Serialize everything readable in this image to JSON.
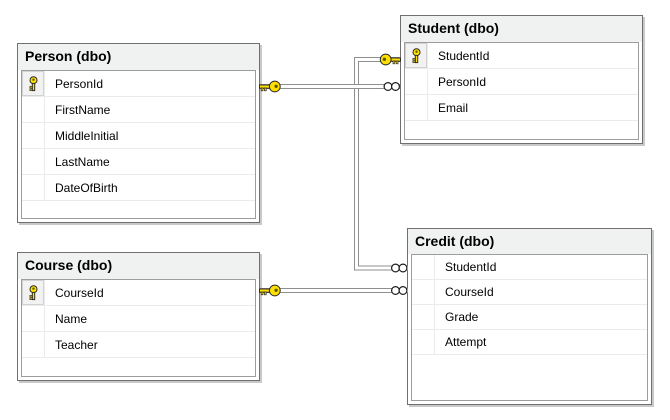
{
  "diagram": {
    "kind": "database-diagram",
    "tables": [
      {
        "title": "Person (dbo)",
        "fields": [
          {
            "name": "PersonId",
            "primary_key": true
          },
          {
            "name": "FirstName",
            "primary_key": false
          },
          {
            "name": "MiddleInitial",
            "primary_key": false
          },
          {
            "name": "LastName",
            "primary_key": false
          },
          {
            "name": "DateOfBirth",
            "primary_key": false
          }
        ]
      },
      {
        "title": "Student (dbo)",
        "fields": [
          {
            "name": "StudentId",
            "primary_key": true
          },
          {
            "name": "PersonId",
            "primary_key": false
          },
          {
            "name": "Email",
            "primary_key": false
          }
        ]
      },
      {
        "title": "Course (dbo)",
        "fields": [
          {
            "name": "CourseId",
            "primary_key": true
          },
          {
            "name": "Name",
            "primary_key": false
          },
          {
            "name": "Teacher",
            "primary_key": false
          }
        ]
      },
      {
        "title": "Credit (dbo)",
        "fields": [
          {
            "name": "StudentId",
            "primary_key": false
          },
          {
            "name": "CourseId",
            "primary_key": false
          },
          {
            "name": "Grade",
            "primary_key": false
          },
          {
            "name": "Attempt",
            "primary_key": false
          }
        ]
      }
    ],
    "relationships": [
      {
        "from_table": "Person",
        "from_field": "PersonId",
        "to_table": "Student",
        "to_field": "PersonId",
        "cardinality": "one-to-many",
        "one_end_icon": "key-icon",
        "many_end_icon": "infinity-icon"
      },
      {
        "from_table": "Student",
        "from_field": "StudentId",
        "to_table": "Credit",
        "to_field": "StudentId",
        "cardinality": "one-to-many",
        "one_end_icon": "key-icon",
        "many_end_icon": "infinity-icon"
      },
      {
        "from_table": "Course",
        "from_field": "CourseId",
        "to_table": "Credit",
        "to_field": "CourseId",
        "cardinality": "one-to-many",
        "one_end_icon": "key-icon",
        "many_end_icon": "infinity-icon"
      }
    ],
    "colors": {
      "key_icon": "#ffe000",
      "connector_line": "#8f8f8f",
      "table_border": "#6f6f6f",
      "table_shadow": "#c9c9c9",
      "header_background": "#f0f1f1",
      "row_divider": "#ebebeb"
    }
  }
}
